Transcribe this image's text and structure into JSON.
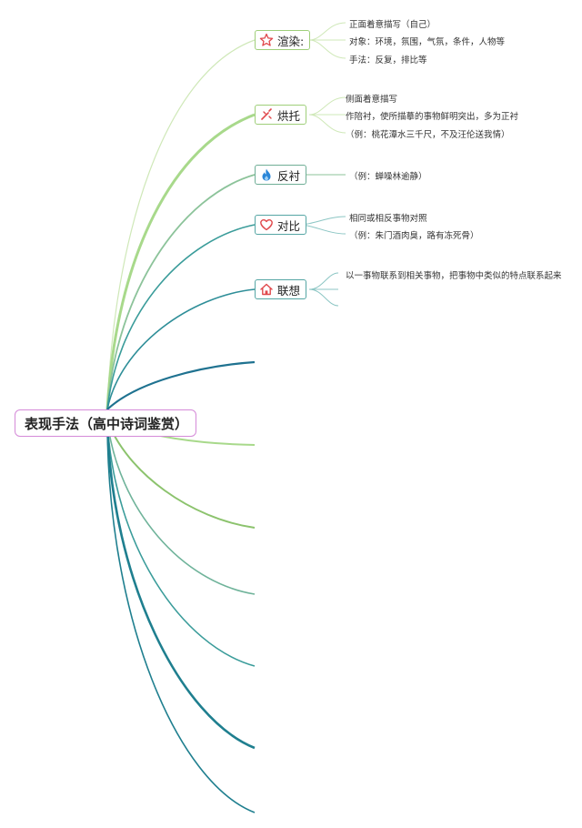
{
  "root": {
    "label": "表现手法（高中诗词鉴赏）"
  },
  "branches": [
    {
      "label": "渲染:",
      "icon": "star-icon",
      "leaves": [
        "正面着意描写（自己）",
        "对象：环境，氛围，气氛，条件，人物等",
        "手法：反复，排比等"
      ]
    },
    {
      "label": "烘托",
      "icon": "pen-icon",
      "leaves": [
        "侧面着意描写",
        "作陪衬，使所描摹的事物鲜明突出，多为正衬",
        "（例：桃花潭水三千尺，不及汪伦送我情）"
      ]
    },
    {
      "label": "反衬",
      "icon": "flame-icon",
      "leaves": [
        "（例：蝉噪林逾静）"
      ]
    },
    {
      "label": "对比",
      "icon": "heart-icon",
      "leaves": [
        "相同或相反事物对照",
        "（例：朱门酒肉臭，路有冻死骨）"
      ]
    },
    {
      "label": "联想",
      "icon": "home-icon",
      "leaves": [
        "以一事物联系到相关事物，把事物中类似的特点联系起来",
        "",
        ""
      ]
    }
  ],
  "colors": {
    "teal": "#3a9c9a",
    "teal_dark": "#1f7f8f",
    "green_light": "#a8d98b",
    "green_mid": "#8cc36d",
    "root_border": "#d58ad8"
  }
}
